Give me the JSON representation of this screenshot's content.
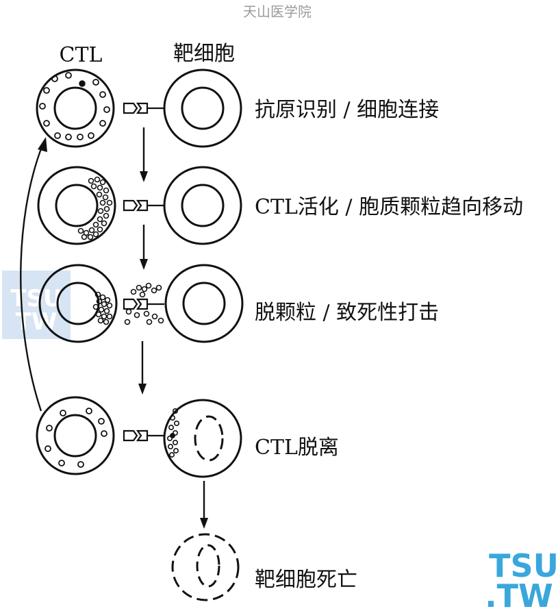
{
  "watermark": {
    "top_text": "天山医学院"
  },
  "columns": {
    "ctl": "CTL",
    "target": "靶细胞"
  },
  "steps": [
    {
      "label": "抗原识别 / 细胞连接"
    },
    {
      "label": "CTL活化 / 胞质颗粒趋向移动"
    },
    {
      "label": "脱颗粒 / 致死性打击"
    },
    {
      "label": "CTL脱离"
    },
    {
      "label": "靶细胞死亡"
    }
  ],
  "logos": [
    {
      "line1": "TSU",
      "line2": "TW",
      "color": "#d6e4f3"
    },
    {
      "line1": "TSU",
      "line2": ".TW",
      "color": "#3aa7dc"
    }
  ],
  "colors": {
    "ink": "#111111",
    "faded_logo": "#d6e4f3",
    "brand_logo": "#3aa7dc",
    "watermark_gray": "#9a9a9a"
  }
}
